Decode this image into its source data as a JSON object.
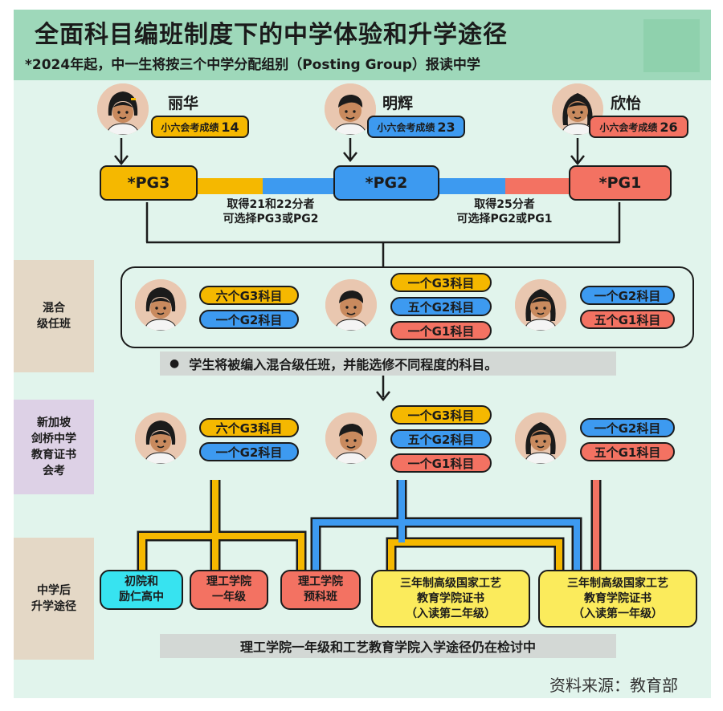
{
  "title": "全面科目编班制度下的中学体验和升学途径",
  "subtitle": "*2024年起，中一生将按三个中学分配组别（Posting Group）报读中学",
  "colors": {
    "pg3": "#f5b800",
    "pg2": "#3d9af0",
    "pg1": "#f37262",
    "ite": "#fbeb5c",
    "jc": "#37e3f0",
    "panel": "#e1f4ec",
    "header": "#9ed8ba"
  },
  "students": [
    {
      "name": "丽华",
      "score_label": "小六会考成绩",
      "score": "14",
      "pg": "*PG3"
    },
    {
      "name": "明辉",
      "score_label": "小六会考成绩",
      "score": "23",
      "pg": "*PG2"
    },
    {
      "name": "欣怡",
      "score_label": "小六会考成绩",
      "score": "26",
      "pg": "*PG1"
    }
  ],
  "notes": {
    "left": "取得21和22分者\n可选择PG3或PG2",
    "right": "取得25分者\n可选择PG2或PG1"
  },
  "sections": {
    "mixed": "混合\n级任班",
    "exam": "新加坡\n剑桥中学\n教育证书\n会考",
    "post": "中学后\n升学途径"
  },
  "subjects": {
    "s1": [
      "六个G3科目",
      "一个G2科目"
    ],
    "s2": [
      "一个G3科目",
      "五个G2科目",
      "一个G1科目"
    ],
    "s3": [
      "一个G2科目",
      "五个G1科目"
    ]
  },
  "bullet_text": "学生将被编入混合级任班，并能选修不同程度的科目。",
  "destinations": [
    "初院和\n励仁高中",
    "理工学院\n一年级",
    "理工学院\n预科班",
    "三年制高级国家工艺\n教育学院证书\n（入读第二年级）",
    "三年制高级国家工艺\n教育学院证书\n（入读第一年级）"
  ],
  "review_text": "理工学院一年级和工艺教育学院入学途径仍在检讨中",
  "source": "资料来源：教育部"
}
